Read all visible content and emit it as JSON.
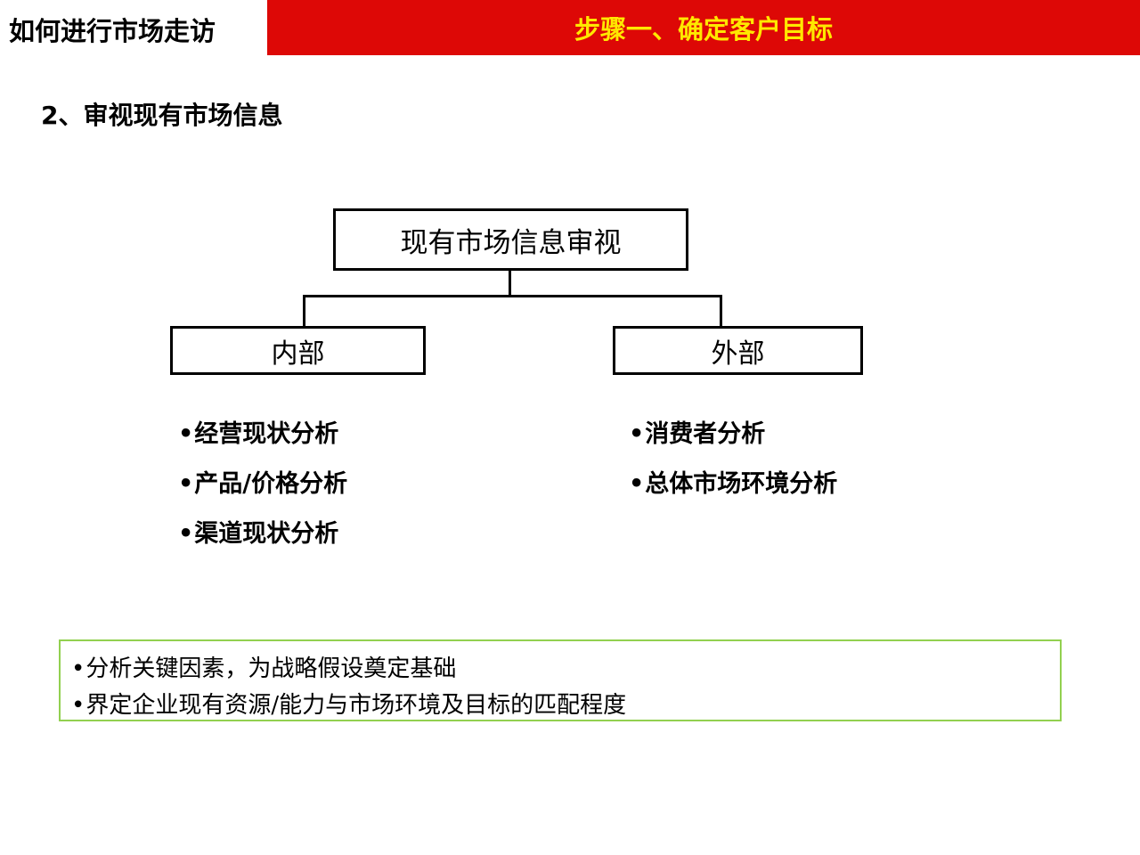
{
  "header": {
    "title": "如何进行市场走访",
    "step_banner": "步骤一、确定客户目标",
    "banner_color": "#DD0806",
    "banner_text_color": "#FFE800"
  },
  "section": {
    "heading": "2、审视现有市场信息"
  },
  "diagram": {
    "root": {
      "label": "现有市场信息审视"
    },
    "children": [
      {
        "label": "内部"
      },
      {
        "label": "外部"
      }
    ],
    "border_color": "#000000"
  },
  "bullets": {
    "bullet_char": "•",
    "left": [
      "经营现状分析",
      "产品/价格分析",
      "渠道现状分析"
    ],
    "right": [
      "消费者分析",
      "总体市场环境分析"
    ]
  },
  "callout": {
    "border_color": "#92D050",
    "bullet_char": "•",
    "lines": [
      "分析关键因素，为战略假设奠定基础",
      "界定企业现有资源/能力与市场环境及目标的匹配程度"
    ]
  }
}
